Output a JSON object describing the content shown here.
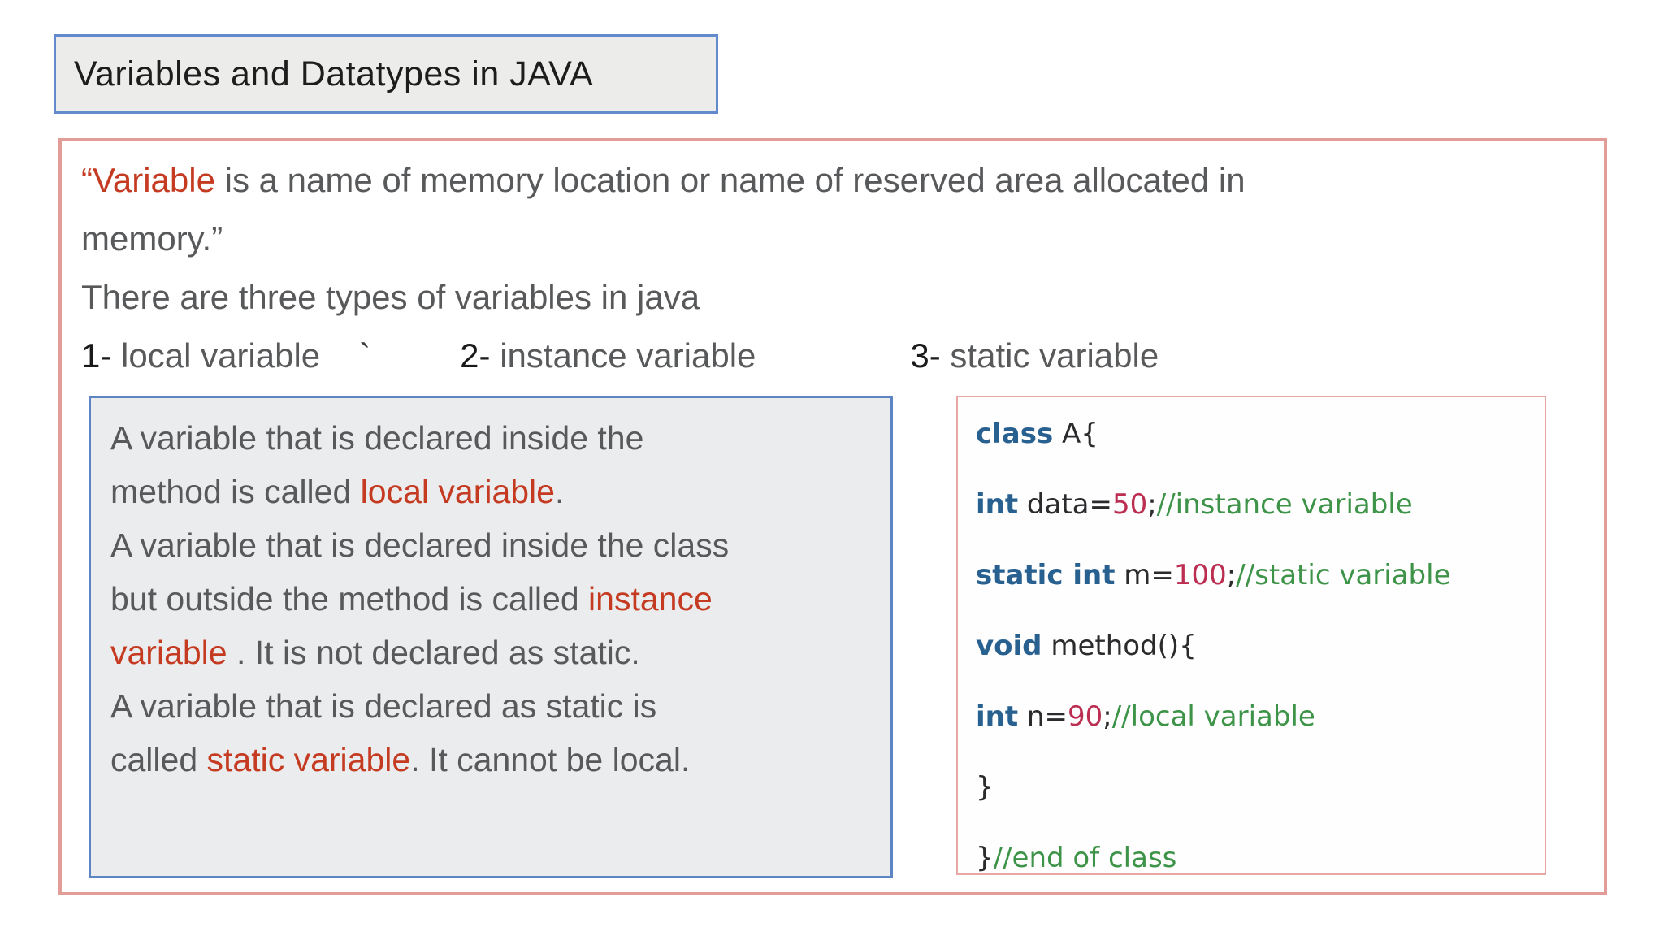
{
  "page": {
    "title_label": "Variables and Datatypes in JAVA"
  },
  "colors": {
    "accent_red": "#c53b22",
    "text_gray": "#58595b",
    "title_border_blue": "#618bcd",
    "outer_border_salmon": "#e29d99",
    "explain_box_fill": "#ebeced",
    "explain_border_blue": "#5d85c4",
    "code_border_salmon": "#e8a7a2",
    "code_keyword_blue": "#28608f",
    "code_number_crimson": "#bb2e51",
    "code_comment_green": "#3d9348"
  },
  "intro": {
    "lines": [
      [
        {
          "t": "“Variable",
          "s": "red"
        },
        {
          "t": " is a name of memory location or name of reserved area allocated in",
          "s": "gray"
        }
      ],
      [
        {
          "t": "memory.”",
          "s": "gray"
        }
      ],
      [
        {
          "t": "There are three types of variables in java",
          "s": "gray"
        }
      ]
    ]
  },
  "types": {
    "separator": "`",
    "items": [
      {
        "num": "1-",
        "label": " local variable"
      },
      {
        "num": "2-",
        "label": " instance variable"
      },
      {
        "num": "3-",
        "label": " static variable"
      }
    ]
  },
  "explanation": {
    "lines": [
      [
        {
          "t": "A variable that is declared inside the",
          "s": "gray"
        }
      ],
      [
        {
          "t": "method is called ",
          "s": "gray"
        },
        {
          "t": "local variable",
          "s": "red"
        },
        {
          "t": ".",
          "s": "gray"
        }
      ],
      [
        {
          "t": "A variable that is declared inside the class",
          "s": "gray"
        }
      ],
      [
        {
          "t": "but outside the method is called ",
          "s": "gray"
        },
        {
          "t": "instance",
          "s": "red"
        }
      ],
      [
        {
          "t": "variable",
          "s": "red"
        },
        {
          "t": " . It is not declared as static.",
          "s": "gray"
        }
      ],
      [
        {
          "t": "A variable that is declared as static is",
          "s": "gray"
        }
      ],
      [
        {
          "t": "called ",
          "s": "gray"
        },
        {
          "t": "static variable",
          "s": "red"
        },
        {
          "t": ". It cannot be local.",
          "s": "gray"
        }
      ]
    ]
  },
  "code": {
    "lines": [
      [
        {
          "t": "class",
          "s": "kw"
        },
        {
          "t": " A{",
          "s": "pln"
        }
      ],
      [
        {
          "t": "int",
          "s": "kw"
        },
        {
          "t": " data=",
          "s": "pln"
        },
        {
          "t": "50",
          "s": "num"
        },
        {
          "t": ";",
          "s": "pln"
        },
        {
          "t": "//instance variable",
          "s": "cmt"
        }
      ],
      [
        {
          "t": "static int",
          "s": "kw"
        },
        {
          "t": " m=",
          "s": "pln"
        },
        {
          "t": "100",
          "s": "num"
        },
        {
          "t": ";",
          "s": "pln"
        },
        {
          "t": "//static variable",
          "s": "cmt"
        }
      ],
      [
        {
          "t": "void",
          "s": "kw"
        },
        {
          "t": " method(){",
          "s": "pln"
        }
      ],
      [
        {
          "t": "int",
          "s": "kw"
        },
        {
          "t": " n=",
          "s": "pln"
        },
        {
          "t": "90",
          "s": "num"
        },
        {
          "t": ";",
          "s": "pln"
        },
        {
          "t": "//local variable",
          "s": "cmt"
        }
      ],
      [
        {
          "t": "}",
          "s": "pln"
        }
      ],
      [
        {
          "t": "}",
          "s": "pln"
        },
        {
          "t": "//end of class",
          "s": "cmt"
        }
      ]
    ]
  }
}
